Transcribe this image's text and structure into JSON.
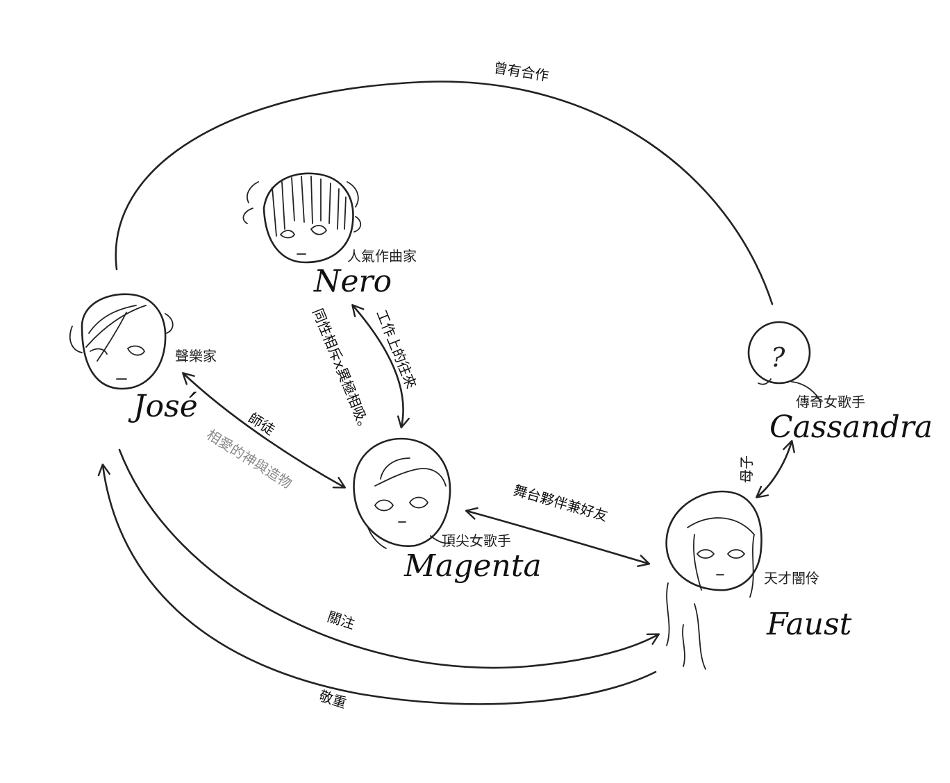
{
  "characters": {
    "nero": {
      "name": "Nero",
      "title": "人氣作曲家"
    },
    "jose": {
      "name": "José",
      "title": "聲樂家"
    },
    "magenta": {
      "name": "Magenta",
      "title": "頂尖女歌手"
    },
    "cassandra": {
      "name": "Cassandra",
      "title": "傳奇女歌手",
      "head_mark": "?"
    },
    "faust": {
      "name": "Faust",
      "title": "天才闇伶"
    }
  },
  "relations": {
    "jose_cassandra": {
      "label": "曾有合作"
    },
    "nero_magenta_a": {
      "label": "同性相斥x異極相吸。"
    },
    "nero_magenta_b": {
      "label": "工作上的往來"
    },
    "jose_magenta": {
      "label": "師徒",
      "sublabel": "相愛的神與造物"
    },
    "magenta_faust": {
      "label": "舞台夥伴兼好友"
    },
    "cassandra_faust": {
      "label": "母子"
    },
    "jose_faust_a": {
      "label": "關注"
    },
    "jose_faust_b": {
      "label": "敬重"
    }
  }
}
